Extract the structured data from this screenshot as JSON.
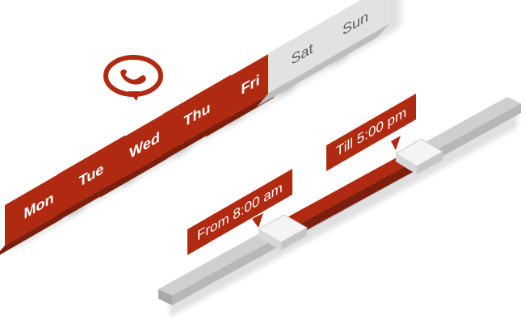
{
  "days": {
    "items": [
      {
        "label": "Mon",
        "active": true
      },
      {
        "label": "Tue",
        "active": true
      },
      {
        "label": "Wed",
        "active": true
      },
      {
        "label": "Thu",
        "active": true
      },
      {
        "label": "Fri",
        "active": true
      },
      {
        "label": "Sat",
        "active": false
      },
      {
        "label": "Sun",
        "active": false
      }
    ]
  },
  "icon": {
    "name": "phone-icon"
  },
  "range": {
    "from_label": "From 8:00 am",
    "till_label": "Till 5:00 pm"
  },
  "colors": {
    "accent": "#b02a12",
    "inactive": "#e2e2e2",
    "track": "#bdbdbd"
  }
}
